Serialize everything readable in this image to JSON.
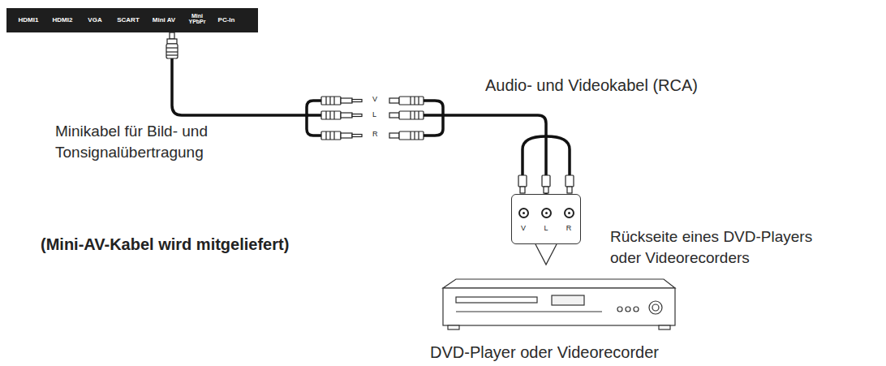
{
  "diagram": {
    "nodes": [
      {
        "text": [
          "HDMI1",
          "HDMI2",
          "VGA",
          "SCART",
          "Mini AV",
          "Mini YPbPr",
          "PC-In"
        ]
      },
      {
        "text": [
          "V",
          "L",
          "R"
        ]
      }
    ],
    "edges": [
      {
        "from": 0,
        "to": 1,
        "arrow": "none"
      }
    ],
    "labels": [
      "Audio- und Videokabel (RCA)",
      "Minikabel für Bild- und Tonsignalübertragung",
      "V",
      "L",
      "R",
      "(Mini-AV-Kabel wird mitgeliefert)",
      "Rückseite eines DVD-Players oder Videorecorders",
      "DVD-Player oder Videorecorder"
    ]
  }
}
